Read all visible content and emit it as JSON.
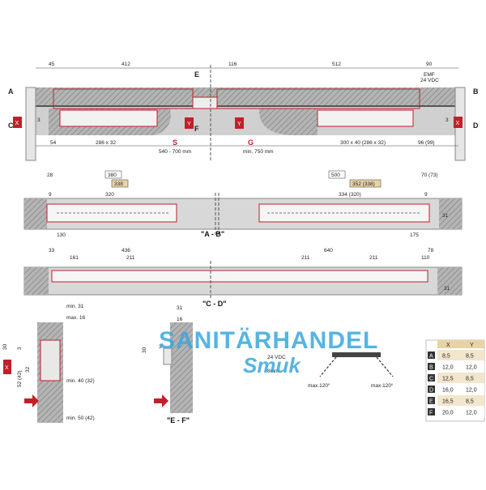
{
  "top_view": {
    "dims_top": [
      "45",
      "412",
      "116",
      "512",
      "90"
    ],
    "dims_bottom": [
      "54",
      "286 x 32",
      "300 x 40  (286 x 32)",
      "96 (99)"
    ],
    "labels": {
      "A": "A",
      "B": "B",
      "C": "C",
      "D": "D",
      "E": "E",
      "F": "F",
      "X": "X",
      "Y": "Y",
      "three_left": "3",
      "three_right": "3"
    },
    "emf": "EMF",
    "vdc": "24 VDC",
    "s_label": "S",
    "s_range": "540 - 700 mm",
    "g_label": "G",
    "g_range": "min. 750 mm"
  },
  "section_ab": {
    "title": "\"A - B\"",
    "dims": [
      "28",
      "380",
      "338",
      "9",
      "320",
      "130",
      "500",
      "352 (338)",
      "334 (320)",
      "70 (73)",
      "9",
      "175",
      "31"
    ]
  },
  "section_cd": {
    "title": "\"C - D\"",
    "dims": [
      "33",
      "436",
      "161",
      "211",
      "640",
      "211",
      "211",
      "78",
      "110",
      "31"
    ]
  },
  "detail_left": {
    "dims": [
      "min. 31",
      "max. 16",
      "30",
      "3",
      "32",
      "52 (42)",
      "min. 40 (32)",
      "min. 50 (42)"
    ],
    "x_label": "X"
  },
  "detail_ef": {
    "title": "\"E - F\"",
    "dims": [
      "31",
      "16",
      "30",
      "3"
    ],
    "vdc": "24 VDC",
    "mm": "8mm"
  },
  "arms": {
    "left_angle": "max.120°",
    "right_angle": "max.120°"
  },
  "watermark": {
    "line1": "SANITÄRHANDEL",
    "line2": "Smuk"
  },
  "xy_table": {
    "headers": [
      "X",
      "Y"
    ],
    "rows": [
      {
        "key": "A",
        "x": "8,5",
        "y": "8,5"
      },
      {
        "key": "B",
        "x": "12,0",
        "y": "12,0"
      },
      {
        "key": "C",
        "x": "12,5",
        "y": "8,5"
      },
      {
        "key": "D",
        "x": "16,0",
        "y": "12,0"
      },
      {
        "key": "E",
        "x": "16,5",
        "y": "8,5"
      },
      {
        "key": "F",
        "x": "20,0",
        "y": "12,0"
      }
    ]
  },
  "colors": {
    "accent": "#c0202a",
    "hatch": "#9e9e9e",
    "frame": "#d9d9d9",
    "watermark": "#3aa7de"
  }
}
